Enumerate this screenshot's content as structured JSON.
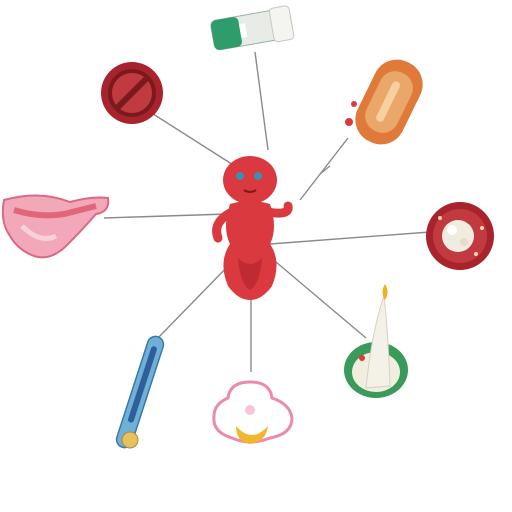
{
  "diagram": {
    "center_figure": {
      "icon": "red-humanoid-figure-icon",
      "color": "#d9393f"
    },
    "nodes": [
      {
        "id": "tube",
        "icon": "test-tube-icon"
      },
      {
        "id": "no-sign",
        "icon": "prohibition-sign-icon"
      },
      {
        "id": "capsule",
        "icon": "capsule-icon"
      },
      {
        "id": "uterus",
        "icon": "uterus-icon"
      },
      {
        "id": "cell",
        "icon": "blood-cell-icon"
      },
      {
        "id": "candle",
        "icon": "candle-bowl-icon"
      },
      {
        "id": "thermometer",
        "icon": "thermometer-icon"
      },
      {
        "id": "nipple",
        "icon": "pink-organ-icon"
      }
    ],
    "labels": [
      {
        "id": "label-top",
        "text": "",
        "lines": [
          "",
          ""
        ]
      },
      {
        "id": "label-upper-left",
        "text": ""
      },
      {
        "id": "label-upper-right",
        "text": ""
      },
      {
        "id": "label-left",
        "text": ""
      },
      {
        "id": "label-right",
        "text": ""
      },
      {
        "id": "label-lower-right",
        "text": ""
      },
      {
        "id": "label-bottom",
        "text": ""
      }
    ],
    "colors": {
      "connector": "#8a8a8a",
      "figure_red": "#d9393f",
      "dark_red": "#a8232b",
      "pink": "#f2a8b8",
      "green": "#3a9a5a",
      "orange": "#e07a3a",
      "label_text": "#5a3a34"
    }
  }
}
